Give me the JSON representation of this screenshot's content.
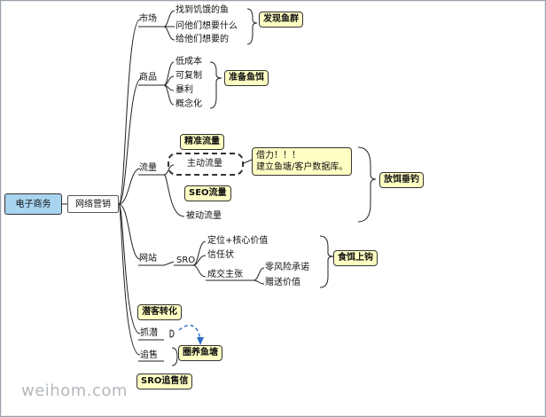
{
  "root": "电子商务",
  "main_branch": "网络营销",
  "market": {
    "label": "市场",
    "items": [
      "找到饥饿的鱼",
      "问他们想要什么",
      "给他们想要的"
    ],
    "callout": "发现鱼群"
  },
  "product": {
    "label": "商品",
    "items": [
      "低成本",
      "可复制",
      "暴利",
      "概念化"
    ],
    "callout": "准备鱼饵"
  },
  "traffic": {
    "label": "流量",
    "active": "主动流量",
    "active_note": "精准流量",
    "passive": "被动流量",
    "passive_note": "SEO流量",
    "borrow_line1": "借力！！！",
    "borrow_line2": "建立鱼塘/客户数据库。",
    "callout": "放饵垂钓"
  },
  "website": {
    "label": "网站",
    "sro": "SRO",
    "items": [
      "定位+核心价值",
      "信任状"
    ],
    "deal": "成交主张",
    "deal_items": [
      "零风险承诺",
      "赠送价值"
    ],
    "callout": "食饵上钩"
  },
  "capture": {
    "note": "潜客转化",
    "label": "抓潜",
    "callout": "圈养鱼塘"
  },
  "followup": {
    "label": "追售",
    "note": "SRO追售信"
  },
  "watermark": "weihom.com"
}
